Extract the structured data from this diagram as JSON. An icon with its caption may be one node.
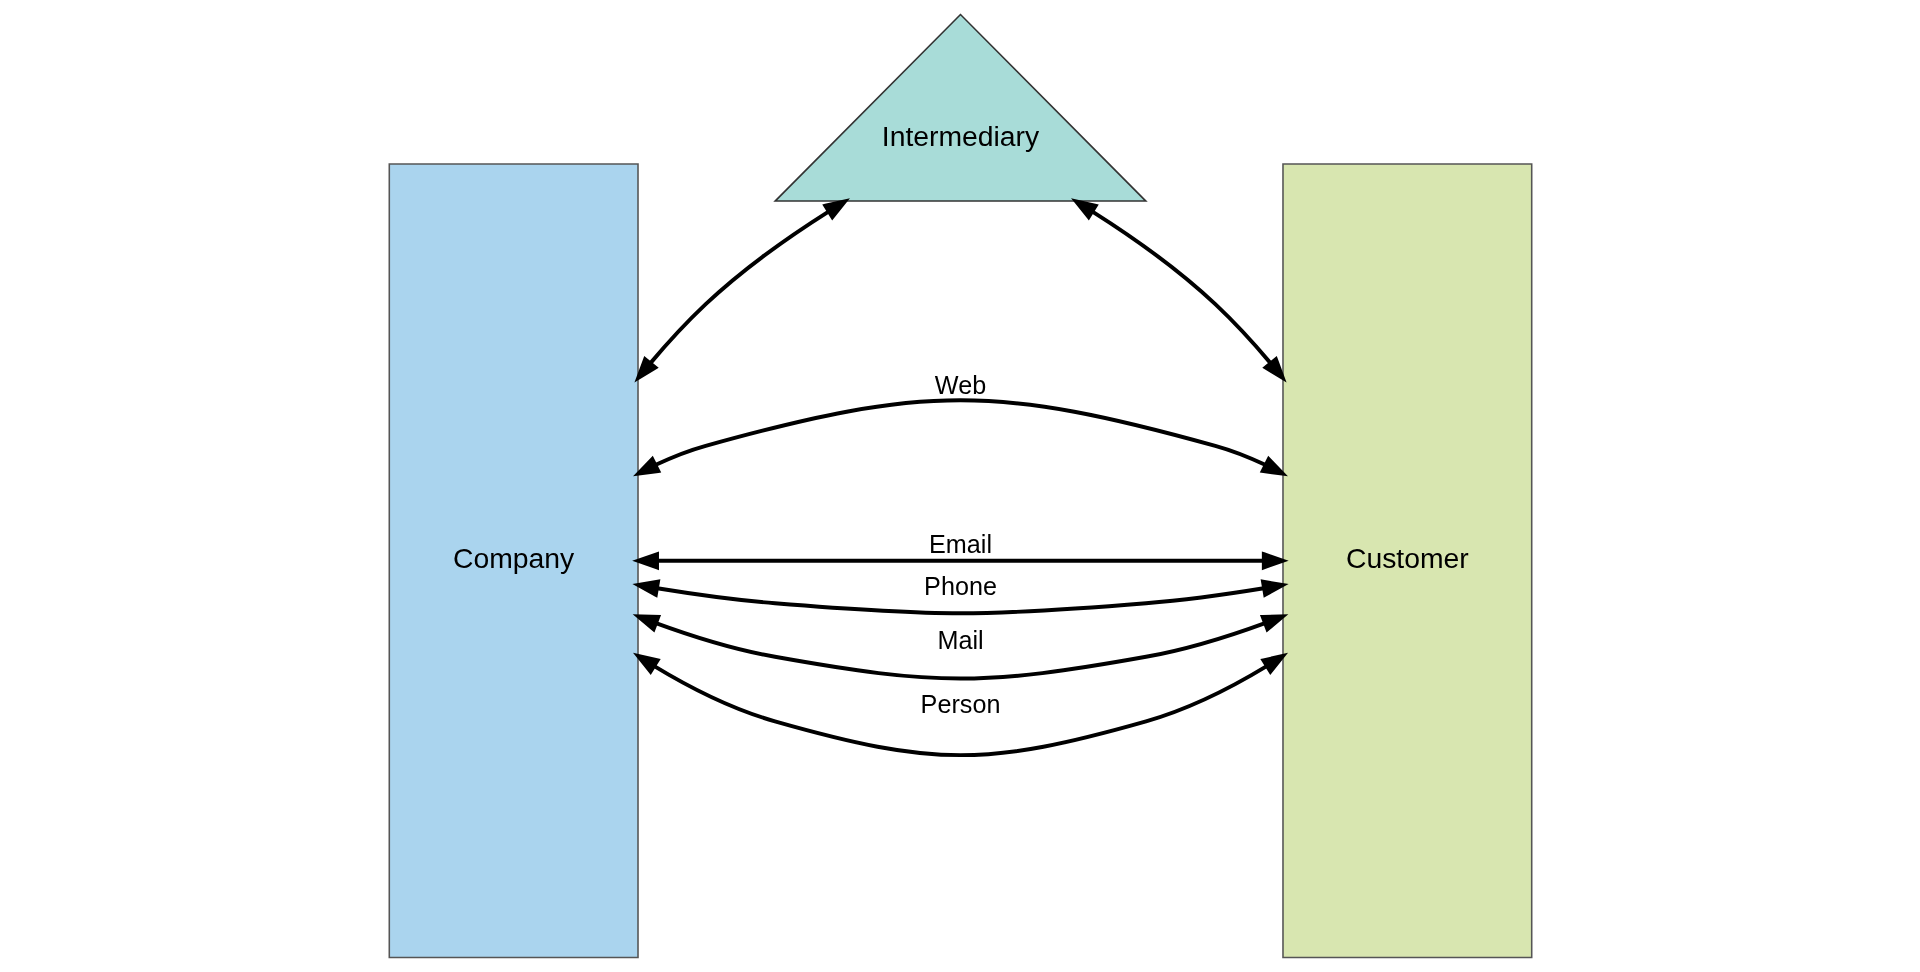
{
  "diagram": {
    "nodes": [
      {
        "text": [
          "Company"
        ]
      },
      {
        "text": [
          "Intermediary"
        ]
      },
      {
        "text": [
          "Customer"
        ]
      }
    ],
    "edges": [
      {
        "from": 0,
        "to": 1,
        "arrow": "both"
      },
      {
        "from": 1,
        "to": 2,
        "arrow": "both"
      },
      {
        "from": 0,
        "to": 2,
        "arrow": "both",
        "label": "Web"
      },
      {
        "from": 0,
        "to": 2,
        "arrow": "both",
        "label": "Email"
      },
      {
        "from": 0,
        "to": 2,
        "arrow": "both",
        "label": "Phone"
      },
      {
        "from": 0,
        "to": 2,
        "arrow": "both",
        "label": "Mail"
      },
      {
        "from": 0,
        "to": 2,
        "arrow": "both",
        "label": "Person"
      }
    ]
  }
}
